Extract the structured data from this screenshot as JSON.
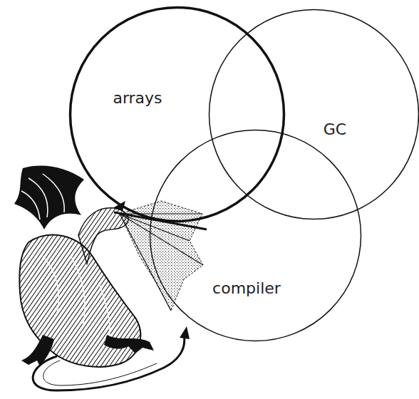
{
  "diagram": {
    "nodes": [
      {
        "text": [
          "arrays"
        ]
      },
      {
        "text": [
          "GC"
        ]
      },
      {
        "text": [
          "compiler"
        ]
      }
    ]
  }
}
